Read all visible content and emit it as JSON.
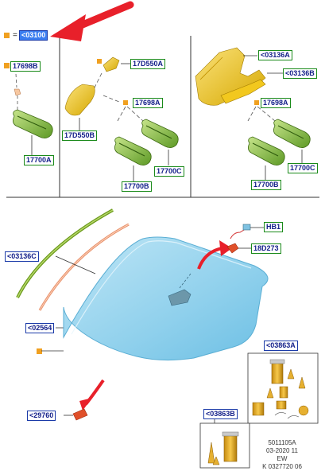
{
  "legend": {
    "symbol": "=",
    "code": "<03100"
  },
  "callouts": {
    "c17698b": "17698B",
    "c17700a": "17700A",
    "c17d550a": "17D550A",
    "c17698a_mid": "17698A",
    "c17d550b": "17D550B",
    "c17700c_mid": "17700C",
    "c17700b_mid": "17700B",
    "c03136a": "<03136A",
    "c03136b": "<03136B",
    "c17698a_right": "17698A",
    "c17700c_right": "17700C",
    "c17700b_right": "17700B",
    "hb1": "HB1",
    "c18d273": "18D273",
    "c03136c": "<03136C",
    "c02564": "<02564",
    "c03863a": "<03863A",
    "c29760": "<29760",
    "c03863b": "<03863B"
  },
  "footer": {
    "line1": "5011105A",
    "line2": "03-2020 11",
    "line3": "EW",
    "line4": "K 0327720 06"
  },
  "colors": {
    "windshield": "#8fd0ec",
    "yellow_part": "#f2c81e",
    "green_mirror": "#8cc63f",
    "orange_marker": "#f0a020",
    "red_arrow": "#e8202a",
    "callout_green": "#1a8a1a",
    "callout_blue": "#1a3aa8"
  }
}
